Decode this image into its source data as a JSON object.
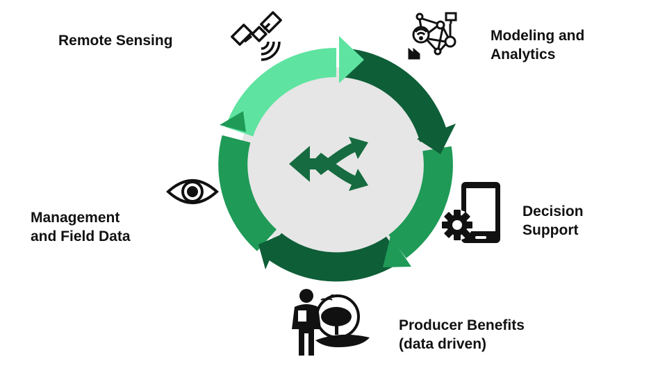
{
  "stages": {
    "remote_sensing": {
      "lines": [
        "Remote Sensing"
      ],
      "icon": "satellite-icon"
    },
    "modeling": {
      "lines": [
        "Modeling and",
        "Analytics"
      ],
      "icon": "network-analytics-icon"
    },
    "decision": {
      "lines": [
        "Decision",
        "Support"
      ],
      "icon": "phone-gear-icon"
    },
    "producer": {
      "lines": [
        "Producer Benefits",
        "(data driven)"
      ],
      "icon": "farmer-landscape-icon"
    },
    "management": {
      "lines": [
        "Management",
        "and Field Data"
      ],
      "icon": "eye-icon"
    }
  },
  "center": {
    "icon": "split-arrows-icon"
  },
  "colors": {
    "light_green": "#5fe3a0",
    "mid_green": "#1f9a57",
    "dark_green": "#0e5e38",
    "inner_disc": "#e6e6e6",
    "icon_black": "#111111"
  }
}
